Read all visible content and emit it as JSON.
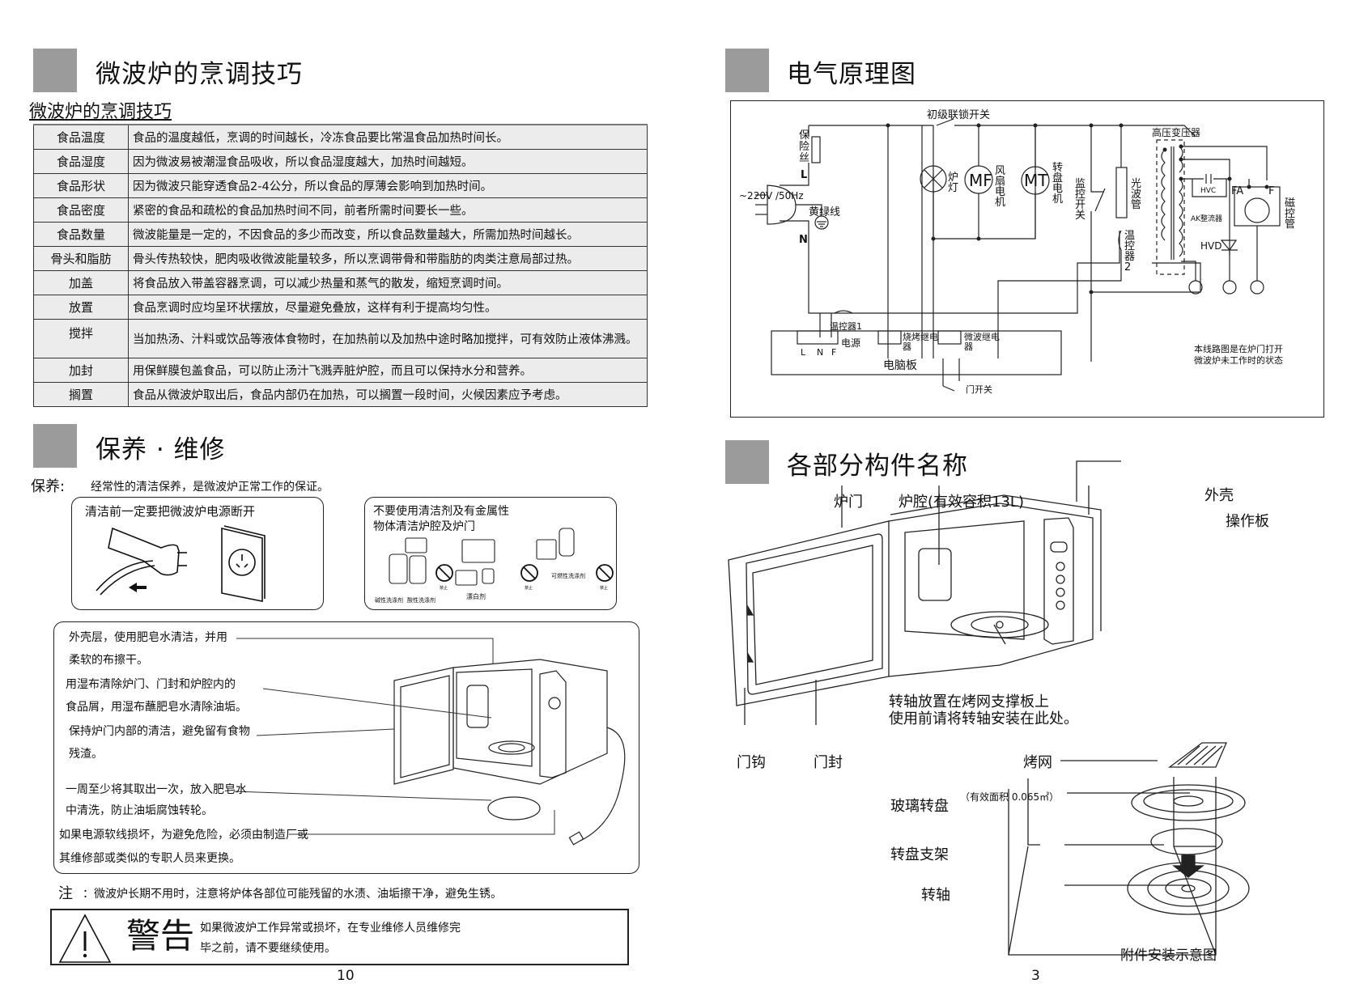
{
  "left_page": {
    "cooking": {
      "section_title": "微波炉的烹调技巧",
      "subtitle": "微波炉的烹调技巧",
      "rows": [
        {
          "key": "食品温度",
          "value": "食品的温度越低，烹调的时间越长，冷冻食品要比常温食品加热时间长。"
        },
        {
          "key": "食品湿度",
          "value": " 因为微波易被潮湿食品吸收，所以食品湿度越大，加热时间越短。"
        },
        {
          "key": "食品形状",
          "value": " 因为微波只能穿透食品2-4公分，所以食品的厚薄会影响到加热时间。"
        },
        {
          "key": "食品密度",
          "value": "紧密的食品和疏松的食品加热时间不同，前者所需时间要长一些。"
        },
        {
          "key": "食品数量",
          "value": "微波能量是一定的，不因食品的多少而改变，所以食品数量越大，所需加热时间越长。"
        },
        {
          "key": "骨头和脂肪",
          "value": "骨头传热较快，肥肉吸收微波能量较多，所以烹调带骨和带脂肪的肉类注意局部过热。"
        },
        {
          "key": "加盖",
          "value": " 将食品放入带盖容器烹调，可以减少热量和蒸气的散发，缩短烹调时间。"
        },
        {
          "key": "放置",
          "value": "食品烹调时应均呈环状摆放，尽量避免叠放，这样有利于提高均匀性。"
        },
        {
          "key": "搅拌",
          "value": "当加热汤、汁料或饮品等液体食物时，在加热前以及加热中途时略加搅拌，可有效防止液体沸溅。"
        },
        {
          "key": "加封",
          "value": "用保鲜膜包盖食品，可以防止汤汁飞溅弄脏炉腔，而且可以保持水分和营养。"
        },
        {
          "key": "搁置",
          "value": "食品从微波炉取出后，食品内部仍在加热，可以搁置一段时间，火候因素应予考虑。"
        }
      ]
    },
    "maintenance": {
      "section_title": "保养 ·  维修",
      "intro_label": "保养:",
      "intro_text": "经常性的清洁保养，是微波炉正常工作的保证。",
      "box1_title": "清洁前一定要把微波炉电源断开",
      "box2_title_line1": "不要使用清洁剂及有金属性",
      "box2_title_line2": "物体清洁炉腔及炉门",
      "box2_captions": [
        "碱性洗涤剂",
        "酸性洗涤剂",
        "漂白剂",
        "可燃性洗涤剂"
      ],
      "box2_forbid": "禁止",
      "callouts": [
        {
          "line1": "外壳层，使用肥皂水清洁，并用",
          "line2": "柔软的布擦干。"
        },
        {
          "line1": "用湿布清除炉门、门封和炉腔内的",
          "line2": "食品屑，用湿布蘸肥皂水清除油垢。"
        },
        {
          "line1": "保持炉门内部的清洁，避免留有食物",
          "line2": "残渣。"
        },
        {
          "line1": "一周至少将其取出一次，放入肥皂水",
          "line2": "中清洗，防止油垢腐蚀转轮。"
        },
        {
          "line1": "如果电源软线损坏，为避免危险，必须由制造厂或",
          "line2": "其维修部或类似的专职人员来更换。"
        }
      ],
      "note_label": "注",
      "note_text": "：微波炉长期不用时，注意将炉体各部位可能残留的水渍、油垢擦干净，避免生锈。",
      "warning_title": "警告",
      "warning_line1": "如果微波炉工作异常或损坏，在专业维修人员维修完",
      "warning_line2": "毕之前，请不要继续使用。"
    },
    "page_number": "10"
  },
  "right_page": {
    "schematic": {
      "section_title": "电气原理图",
      "labels": {
        "primary_interlock": "初级联锁开关",
        "fuse": "保险丝",
        "L": "L",
        "N": "N",
        "supply": "~220V /50Hz",
        "ground_wire": "黄绿线",
        "lamp": "炉灯",
        "fan_motor_symbol": "MF",
        "fan_motor": "风扇电机",
        "turntable_motor_symbol": "MT",
        "turntable_motor": "转盘电机",
        "monitor_switch": "监控开关",
        "light_tube": "光波管",
        "thermostat2": "温控器2",
        "hv_transformer": "高压变压器",
        "hvc": "HVC",
        "fa": "FA",
        "f": "F",
        "rectifier": "AK整流器",
        "hvd": "HVD",
        "magnetron": "磁控管",
        "thermostat1": "温控器1",
        "power": "电源",
        "terminal_L": "L",
        "terminal_N": "N",
        "terminal_F": "F",
        "grill_relay": "烧烤继电器",
        "microwave_relay": "微波继电器",
        "control_board": "电脑板",
        "door_switch": "门开关",
        "note_line1": "本线路图是在炉门打开",
        "note_line2": "微波炉未工作时的状态"
      }
    },
    "parts": {
      "section_title": "各部分构件名称",
      "door": "炉门",
      "cavity": "炉腔(有效容积13L)",
      "casing": "外壳",
      "control_panel": "操作板",
      "shaft_note_line1": "转轴放置在烤网支撑板上",
      "shaft_note_line2": "使用前请将转轴安装在此处。",
      "door_hook": "门钩",
      "door_seal": "门封",
      "grill_rack": "烤网",
      "glass_tray": "玻璃转盘",
      "glass_tray_area": "（有效面积 0.065㎡）",
      "roller_ring": "转盘支架",
      "shaft": "转轴",
      "accessory_caption": "附件安装示意图"
    },
    "page_number": "3"
  }
}
